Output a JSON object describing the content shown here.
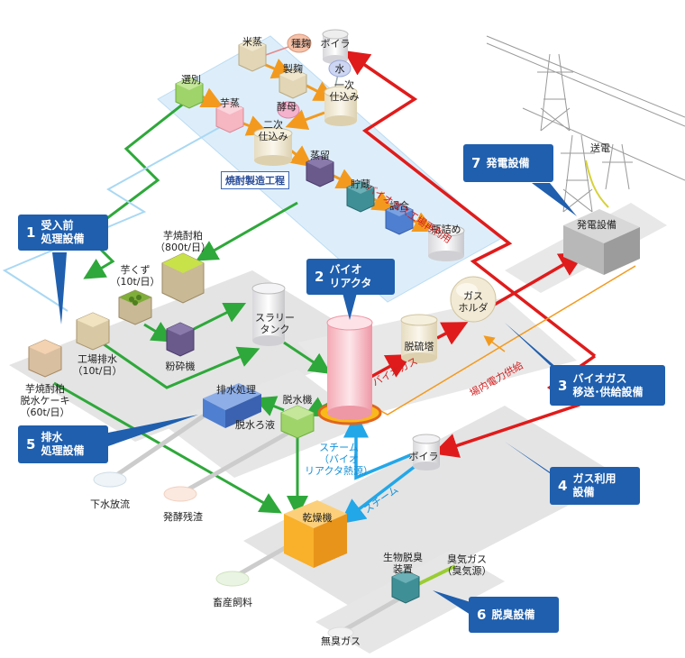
{
  "process_title": "焼酎製造工程",
  "shochu_steps": {
    "komemushi": "米蒸",
    "tanekoji": "種麹",
    "boiler_top": "ボイラ",
    "mizu": "水",
    "seikiku": "製麹",
    "ichiji": "一次\n仕込み",
    "senbetsu": "選別",
    "imomushi": "芋蒸",
    "koubo": "酵母",
    "niji": "二次\n仕込み",
    "jouryu": "蒸留",
    "chozou": "貯蔵",
    "chougou": "調合",
    "binzume": "瓶詰め"
  },
  "materials": {
    "imo_shochu_kasu": "芋焼酎粕\n（800t/日）",
    "imokuzu": "芋くず\n（10t/日）",
    "funsaiki": "粉砕機",
    "slurry": "スラリー\nタンク",
    "kouba_haisui": "工場排水\n（10t/日）",
    "dassui_cake": "芋焼酎粕\n脱水ケーキ\n（60t/日）"
  },
  "equipment": {
    "haisui_shori": "排水処理",
    "dassuiki": "脱水機",
    "dassui_roeki": "脱水ろ液",
    "datsuryu": "脱硫塔",
    "gas_holder": "ガス\nホルダ",
    "boiler_mid": "ボイラ",
    "kansouki": "乾燥機",
    "seibutsu_dasshu": "生物脱臭\n装置",
    "hatsuden": "発電設備",
    "souden": "送電"
  },
  "outputs": {
    "gesui": "下水放流",
    "hakkou_zansa": "発酵残渣",
    "chikusan": "畜産飼料",
    "mushu_gas": "無臭ガス",
    "shuuki_gas": "臭気ガス\n（臭気源）"
  },
  "flow_labels": {
    "biogas_reuse": "バイオガス工場再利用",
    "biogas": "バイオガス",
    "power_supply": "場内電力供給",
    "steam_reactor": "スチーム\n（バイオ\nリアクタ熱源）",
    "steam": "スチーム"
  },
  "callouts": [
    {
      "num": "1",
      "text": "受入前\n処理設備"
    },
    {
      "num": "2",
      "text": "バイオ\nリアクタ"
    },
    {
      "num": "3",
      "text": "バイオガス\n移送･供給設備"
    },
    {
      "num": "4",
      "text": "ガス利用\n設備"
    },
    {
      "num": "5",
      "text": "排水\n処理設備"
    },
    {
      "num": "6",
      "text": "脱臭設備"
    },
    {
      "num": "7",
      "text": "発電設備"
    }
  ],
  "colors": {
    "callout_blue": "#1f5fae",
    "green_flow": "#2ea83a",
    "red_flow": "#e01b1b",
    "orange_flow": "#f39a1e",
    "blue_steam": "#22a7e8",
    "platform": "#e4e4e4",
    "process_zone": "#ddeefa"
  }
}
